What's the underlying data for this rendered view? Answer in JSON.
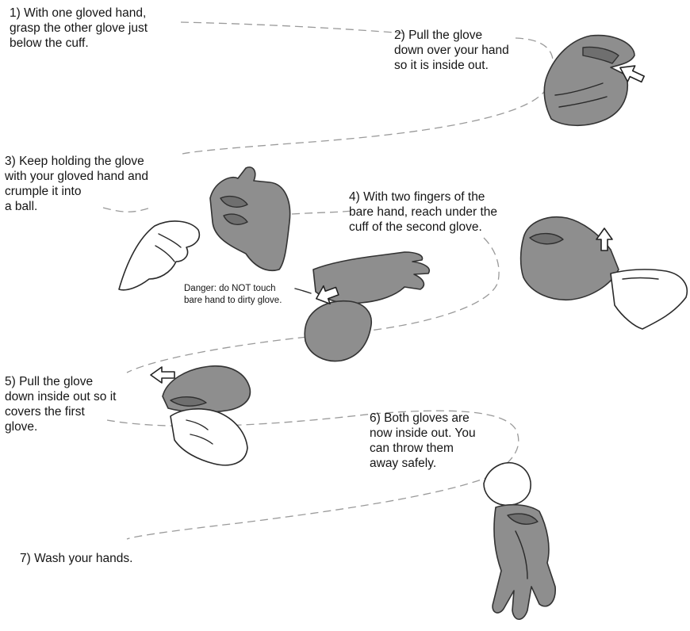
{
  "steps": {
    "step1": "1)  With one gloved hand,\ngrasp the other glove just\nbelow the cuff.",
    "step2": "2)  Pull the glove\ndown over your hand\nso it is inside out.",
    "step3": "3)  Keep holding the glove\nwith your gloved hand and\ncrumple it into\na ball.",
    "step4": "4)  With two fingers of the\nbare hand, reach under the\ncuff of the second glove.",
    "step5": "5)  Pull the glove\ndown inside out so it\ncovers the first\nglove.",
    "step6": "6)  Both gloves are\nnow inside out. You\ncan throw them\naway safely.",
    "step7": "7)  Wash your hands."
  },
  "warning": {
    "text": "Danger: do NOT touch\nbare hand to dirty glove."
  },
  "colors": {
    "glove": "#8e8e8e",
    "outline": "#2a2a2a",
    "dashed_path": "#9a9a9a"
  }
}
